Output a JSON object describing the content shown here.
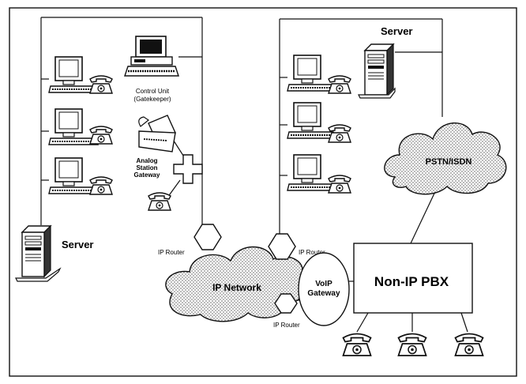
{
  "labels": {
    "server_left": "Server",
    "server_right": "Server",
    "control_unit": "Control Unit",
    "gatekeeper": "(Gatekeeper)",
    "analog_line1": "Analog",
    "analog_line2": "Station",
    "analog_line3": "Gateway",
    "ip_router_1": "IP Router",
    "ip_router_2": "IP Router",
    "ip_router_3": "IP Router",
    "ip_network": "IP Network",
    "voip_line1": "VoIP",
    "voip_line2": "Gateway",
    "pstn": "PSTN/ISDN",
    "pbx": "Non-IP PBX"
  },
  "colors": {
    "line": "#1a1a1a",
    "cloud_fill": "#d9d9d9",
    "device_fill": "#ffffff",
    "device_dark": "#2b2b2b"
  }
}
